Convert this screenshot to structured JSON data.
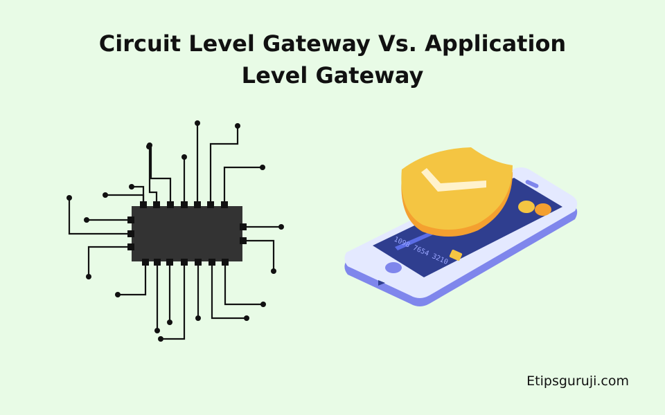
{
  "title": {
    "line1": "Circuit Level Gateway Vs. Application",
    "line2": "Level Gateway"
  },
  "illustrations": {
    "chip_icon": "circuit-chip-icon",
    "phone_icon": "secure-phone-icon",
    "card_number": "1098 7654 3210"
  },
  "credit": "Etipsguruji.com",
  "colors": {
    "background": "#e8fbe6",
    "chip": "#333333",
    "shield": "#f4c542",
    "phone_body": "#e4e9ff",
    "phone_edge": "#7f86ec",
    "screen": "#2f3e8f"
  }
}
